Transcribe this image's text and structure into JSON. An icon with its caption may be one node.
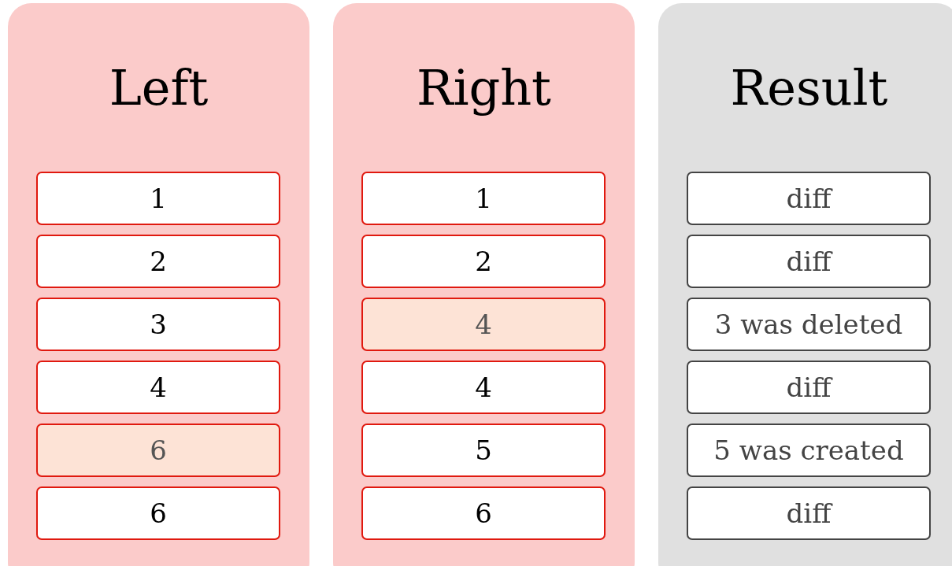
{
  "diagram": {
    "nodes": [
      {
        "text": [
          "Left"
        ]
      },
      {
        "text": [
          "1"
        ],
        "in": 0
      },
      {
        "text": [
          "2"
        ],
        "in": 0
      },
      {
        "text": [
          "3"
        ],
        "in": 0
      },
      {
        "text": [
          "4"
        ],
        "in": 0
      },
      {
        "text": [
          "6"
        ],
        "in": 0
      },
      {
        "text": [
          "6"
        ],
        "in": 0
      },
      {
        "text": [
          "Right"
        ]
      },
      {
        "text": [
          "1"
        ],
        "in": 7
      },
      {
        "text": [
          "2"
        ],
        "in": 7
      },
      {
        "text": [
          "4"
        ],
        "in": 7
      },
      {
        "text": [
          "4"
        ],
        "in": 7
      },
      {
        "text": [
          "5"
        ],
        "in": 7
      },
      {
        "text": [
          "6"
        ],
        "in": 7
      },
      {
        "text": [
          "Result"
        ]
      },
      {
        "text": [
          "diff"
        ],
        "in": 14
      },
      {
        "text": [
          "diff"
        ],
        "in": 14
      },
      {
        "text": [
          "3 was deleted"
        ],
        "in": 14
      },
      {
        "text": [
          "diff"
        ],
        "in": 14
      },
      {
        "text": [
          "5 was created"
        ],
        "in": 14
      },
      {
        "text": [
          "diff"
        ],
        "in": 14
      }
    ]
  }
}
